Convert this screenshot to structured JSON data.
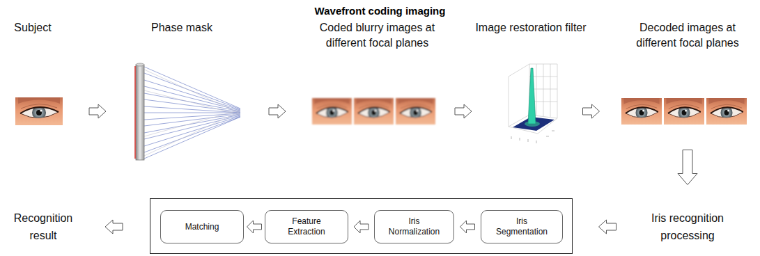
{
  "diagram": {
    "title": "Wavefront coding imaging",
    "nodes": [
      {
        "text": [
          "Subject"
        ]
      },
      {
        "text": [
          "Phase mask"
        ]
      },
      {
        "text": [
          "Coded blurry images at different focal planes"
        ]
      },
      {
        "text": [
          "Image restoration filter"
        ]
      },
      {
        "text": [
          "Decoded images at different focal planes"
        ]
      },
      {
        "text": [
          "Recognition result"
        ]
      },
      {
        "text": []
      },
      {
        "text": [
          "Matching"
        ],
        "in": 6
      },
      {
        "text": [
          "Feature Extraction"
        ],
        "in": 6
      },
      {
        "text": [
          "Iris Normalization"
        ],
        "in": 6
      },
      {
        "text": [
          "Iris Segmentation"
        ],
        "in": 6
      },
      {
        "text": [
          "Iris recognition processing"
        ]
      }
    ],
    "edges": [
      {
        "from": 0,
        "to": 1,
        "arrow": "to"
      },
      {
        "from": 1,
        "to": 2,
        "arrow": "to"
      },
      {
        "from": 2,
        "to": 3,
        "arrow": "to"
      },
      {
        "from": 3,
        "to": 4,
        "arrow": "to"
      },
      {
        "from": 4,
        "to": 11,
        "arrow": "to"
      },
      {
        "from": 11,
        "to": 6,
        "arrow": "to"
      },
      {
        "from": 10,
        "to": 9,
        "arrow": "to"
      },
      {
        "from": 9,
        "to": 8,
        "arrow": "to"
      },
      {
        "from": 8,
        "to": 7,
        "arrow": "to"
      },
      {
        "from": 6,
        "to": 5,
        "arrow": "to"
      }
    ]
  }
}
